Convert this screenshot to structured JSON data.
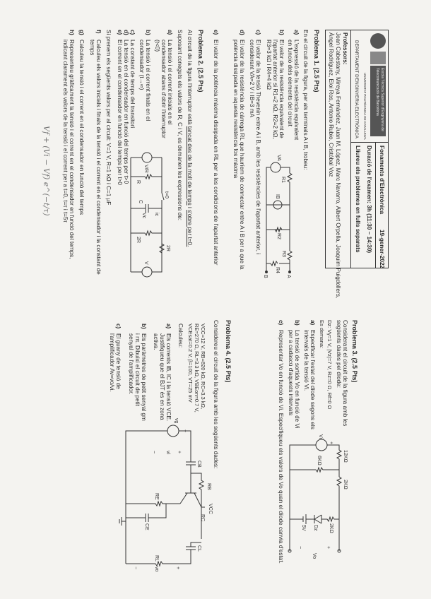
{
  "header": {
    "school": "Escola Tècnica Superior d'Enginyeria de Telecomunicació de Barcelona",
    "university": "UNIVERSITAT POLITÈCNICA DE CATALUNYA",
    "department": "DEPARTAMENT D'ENGINYERIA ELECTRÒNICA",
    "course": "Fonaments d'Electrònica",
    "date": "19-gener-2022",
    "duration": "Duració de l'examen: 3h (11:30 – 14:30)",
    "instructions": "Lliureu els problemes en fulls separats",
    "professors_label": "Professors:",
    "professors_line1": "Joan Cabestany, Mireya Fernández, Juan M. López, Marc Navarro, Albert Orpella, Joaquim Puigdollers,",
    "professors_line2": "Àngel Rodríguez, Eloi Ros, Antonio Rubio, Cristóbal Voz"
  },
  "p1": {
    "title": "Problema 1.  (2.5 Pts)",
    "intro": "En el circuit de la figura, per als terminals A i B, trobeu:",
    "items": [
      [
        "a)",
        "L'expressió de la resistència equivalent",
        "en funció dels elements del circuit"
      ],
      [
        "b)",
        "El valor de la resistència equivalent de",
        "l'apartat anterior si R1=2 kΩ, R2=2 kΩ,",
        "R3=3 kΩ i R4=4 kΩ"
      ],
      [
        "c)",
        "El valor de la tensió Thevenin entre A i B, amb les resistències de l'apartat anterior, i",
        "considerant VA=2 V i IB=3 mA"
      ],
      [
        "d)",
        "El valor de la resistència de càrrega RL que hauríem de connectar entre A i B per a que la",
        "potència dissipada en aquesta resistència fos màxima"
      ],
      [
        "e)",
        "El valor de la potència màxima dissipada en RL per a les condicions de l'apartat anterior"
      ]
    ],
    "circuit": {
      "va": "VA",
      "r1": "R1",
      "ib": "IB",
      "r2": "R2",
      "r3": "R3",
      "r4": "R4",
      "a": "A",
      "b": "B"
    }
  },
  "p2": {
    "title": "Problema 2.  (2.5 Pts)",
    "intro_a": "Al circuit de la figura l'interruptor està ",
    "intro_u1": "tancat des de fa molt de temps",
    "intro_b": " i ",
    "intro_u2": "s'obre per t=0.",
    "intro2": "Suposant coneguts els valors de R, C i V, es demanen les expressions de:",
    "items": [
      [
        "a)",
        "La tensió i el corrent inicials en el",
        "condensador abans d'obrir l'interruptor",
        "(t<0)"
      ],
      [
        "b)",
        "La tensió i el corrent finals en el",
        "condensador (t→∞)"
      ],
      [
        "c)",
        "La constant de temps del transitori"
      ],
      [
        "d)",
        "La tensió en el condensador en funció del temps per t>0"
      ],
      [
        "e)",
        "El corrent en el condensador en funció del temps per t>0"
      ]
    ],
    "values": "Si prenem els següents valors per al circuit: V=1 V, R=1 kΩ i C=1 µF",
    "items2": [
      [
        "f)",
        "Calculeu els valors inicials i finals de la tensió i el corrent en el condensador i la constant de",
        "temps"
      ],
      [
        "g)",
        "Calculeu la tensió i el corrent en el condensador en funció del temps"
      ],
      [
        "h)",
        "Representeu gràficament la tensió i el corrent en el condensador en funció del temps,",
        "indicant clarament els valors de la tensió i el corrent per a t=0, t=τ i t=5τ"
      ]
    ],
    "handwriting": "Vf + (Vi − Vf) e^(−t/τ)",
    "circuit": {
      "src": "V/R",
      "r": "R",
      "sw": "t=0",
      "c": "C",
      "ic": "ic",
      "vc": "Vc",
      "r2a": "2R",
      "r2b": "2R",
      "v": "V"
    }
  },
  "p3": {
    "title": "Problema 3.  (2.5 Pts)",
    "intro1": "Considerant el circuit de la figura amb les",
    "intro2": "següents dades pel díode:",
    "data": "Dz: Vγ=1 V, |Vz|=7 V, Rz=0 Ω, Rf=0 Ω",
    "ask": "Es demana:",
    "items": [
      [
        "a)",
        "Especificar l'estat del díode segons els",
        "intervals de la tensió Vi."
      ],
      [
        "b)",
        "La tensió de sortida Vo en funció de Vi",
        "per a cadascú d'aquests intervals"
      ],
      [
        "c)",
        "Representar Vo en funció de Vi. Especifiqueu els valors de Vo quan el díode canvia d'estat."
      ]
    ],
    "circuit": {
      "vi": "Vi",
      "r12": "12KΩ",
      "r6": "6KΩ",
      "r2a": "2KΩ",
      "r2b": "2KΩ",
      "dz": "Dz",
      "v5": "5V",
      "vo": "Vo",
      "plus": "+",
      "minus": "−"
    }
  },
  "p4": {
    "title": "Problema 4.  (2.5 Pts)",
    "intro": "Considereu el circuit de la figura amb les següents dades:",
    "data": [
      "VCC=12 V, RB=820 kΩ, RC=3.3 kΩ,",
      "RE=270 Ω, RL=3.3 kΩ, VBEon=0.7 V,",
      "VCEsat=0.2 V, β=100, VT=25 mV"
    ],
    "ask": "Calculeu:",
    "items": [
      [
        "a)",
        "Els corrents IB, IC i la tensió VCE.",
        "Justifiqueu que el BJT és en zona",
        "activa."
      ],
      [
        "b)",
        "Els paràmetres de petit senyal gm",
        "i rπ. Dibuixi el circuit de petit",
        "senyal de l'amplificador."
      ],
      [
        "c)",
        "El guany de tensió de",
        "l'amplificador Av=vo/vi."
      ]
    ],
    "circuit": {
      "vcc": "VCC",
      "rb": "RB",
      "rc": "RC",
      "cl": "CL",
      "cb": "CB",
      "re": "RE",
      "ce": "CE",
      "rl": "RL",
      "vg": "vg",
      "vi": "vi",
      "vo": "vo",
      "plus": "+",
      "minus": "−"
    }
  }
}
